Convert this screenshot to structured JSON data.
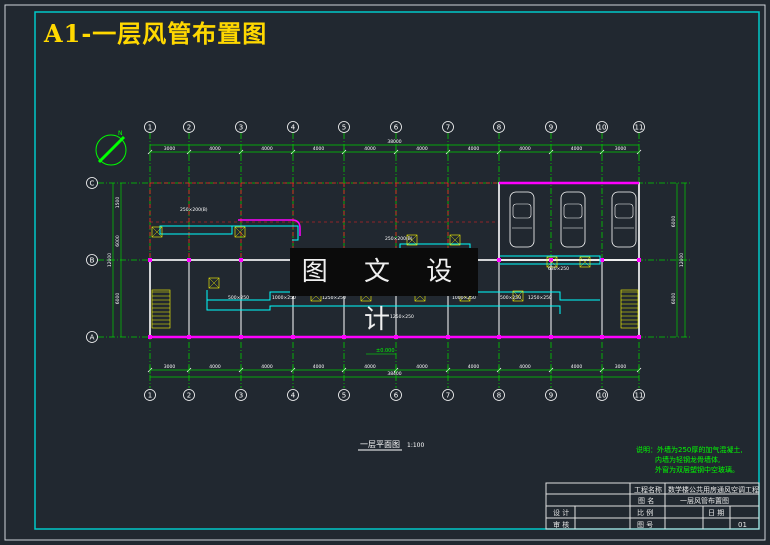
{
  "title": "A1-一层风管布置图",
  "watermark": "图 文 设 计",
  "axis_numbers": [
    "1",
    "2",
    "3",
    "4",
    "5",
    "6",
    "7",
    "8",
    "9",
    "10",
    "11"
  ],
  "axis_letters": [
    "C",
    "B",
    "A"
  ],
  "top_spans": [
    "3000",
    "4000",
    "4000",
    "4000",
    "4000",
    "4000",
    "4000",
    "4000",
    "4000",
    "3000"
  ],
  "bottom_spans": [
    "3000",
    "4000",
    "4000",
    "4000",
    "4000",
    "4000",
    "4000",
    "4000",
    "4000",
    "3000"
  ],
  "top_total": "38000",
  "bottom_total": "38400",
  "left_dims": [
    "1500",
    "6000",
    "6000"
  ],
  "left_total": "12000",
  "right_dims": [
    "6000",
    "6000"
  ],
  "right_total": "12000",
  "duct_labels": [
    "250×200(B)",
    "250×200(B)",
    "500×250",
    "1000×250",
    "1250×250",
    "1250×250",
    "1000×250",
    "500×250",
    "1250×250",
    "630×250"
  ],
  "elevation": "±0.000",
  "plan_title": "一层平面图",
  "plan_scale": "1:100",
  "notes": [
    "说明：外墙为250厚的加气混凝土,",
    "内墙为轻钢龙骨墙体,",
    "外窗为双层塑钢中空玻璃。"
  ],
  "title_block": {
    "project_label": "工程名称",
    "project_value": "数学楼公共用房通风空调工程",
    "drawing_label": "图 名",
    "drawing_value": "一层风管布置图",
    "design_label": "设 计",
    "check_label": "审 核",
    "scale_label": "比 例",
    "sheet_label": "图 号",
    "sheet_value": "01",
    "date_label": "日 期"
  },
  "colors": {
    "background": "#212830",
    "frame": "#00c8c8",
    "grid": "#00d000",
    "wall": "#ffffff",
    "duct": "#00ffff",
    "hatch": "#ff2020",
    "purple": "#ff00ff",
    "title": "#ffd800",
    "note": "#00ff00"
  }
}
